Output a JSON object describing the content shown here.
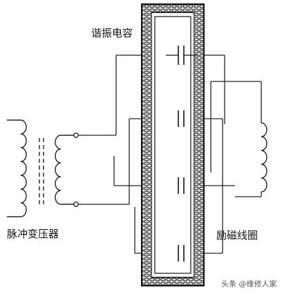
{
  "labels": {
    "resonant_capacitor": "谐振电容",
    "pulse_transformer": "脉冲变压器",
    "excitation_coil": "励磁线圈"
  },
  "watermark": "头条 @维修人家",
  "colors": {
    "line": "#222222",
    "background": "#ffffff"
  }
}
